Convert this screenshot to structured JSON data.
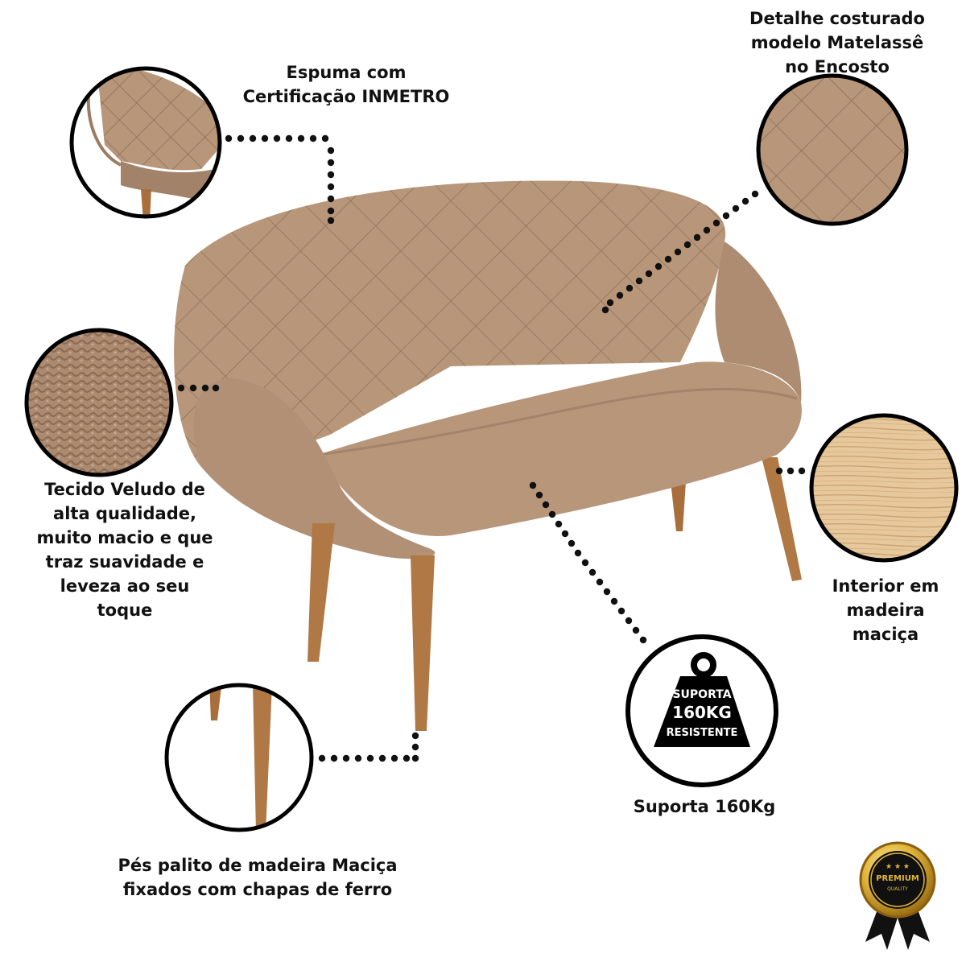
{
  "callouts": {
    "espuma": [
      "Espuma com",
      "Certificação INMETRO"
    ],
    "matelasse": [
      "Detalhe costurado",
      "modelo Matelassê",
      "no Encosto"
    ],
    "tecido": [
      "Tecido Veludo de",
      "alta qualidade,",
      "muito macio e que",
      "traz suavidade e",
      "leveza ao seu",
      "toque"
    ],
    "madeira": [
      "Interior em",
      "madeira",
      "maciça"
    ],
    "suporta": [
      "Suporta 160Kg"
    ],
    "pes": [
      "Pés palito de madeira Maciça",
      "fixados com chapas de ferro"
    ]
  },
  "weight_icon": [
    "SUPORTA",
    "160KG",
    "RESISTENTE"
  ],
  "premium_badge": [
    "PREMIUM",
    "QUALITY"
  ],
  "colors": {
    "fabric": "#b8967a",
    "fabric_dark": "#9c7b62",
    "wood": "#b07845",
    "dots": "#111111"
  }
}
